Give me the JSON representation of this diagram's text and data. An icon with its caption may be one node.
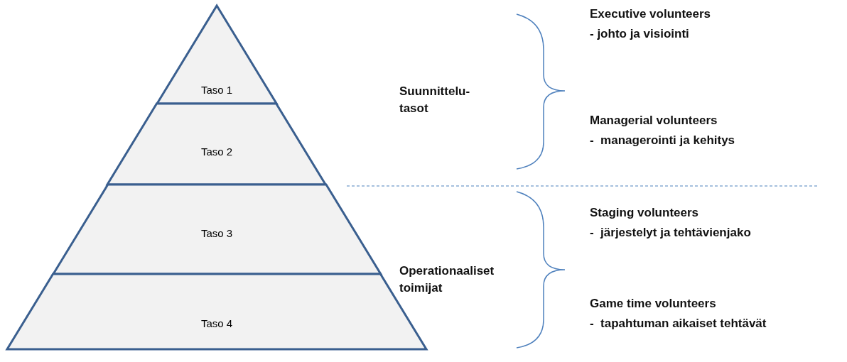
{
  "diagram": {
    "nodes": [
      {
        "text": [
          "Taso 1"
        ]
      },
      {
        "text": [
          "Taso 2"
        ]
      },
      {
        "text": [
          "Taso 3"
        ]
      },
      {
        "text": [
          "Taso 4"
        ]
      }
    ],
    "edges": [],
    "labels": [
      "Executive volunteers",
      "- johto ja visiointi",
      "Suunnittelu- tasot",
      "Managerial volunteers",
      "-  managerointi ja kehitys",
      "Staging volunteers",
      "-  järjestelyt ja tehtävienjako",
      "Operationaaliset toimijat",
      "Game time volunteers",
      "-  tapahtuman aikaiset tehtävät"
    ]
  }
}
